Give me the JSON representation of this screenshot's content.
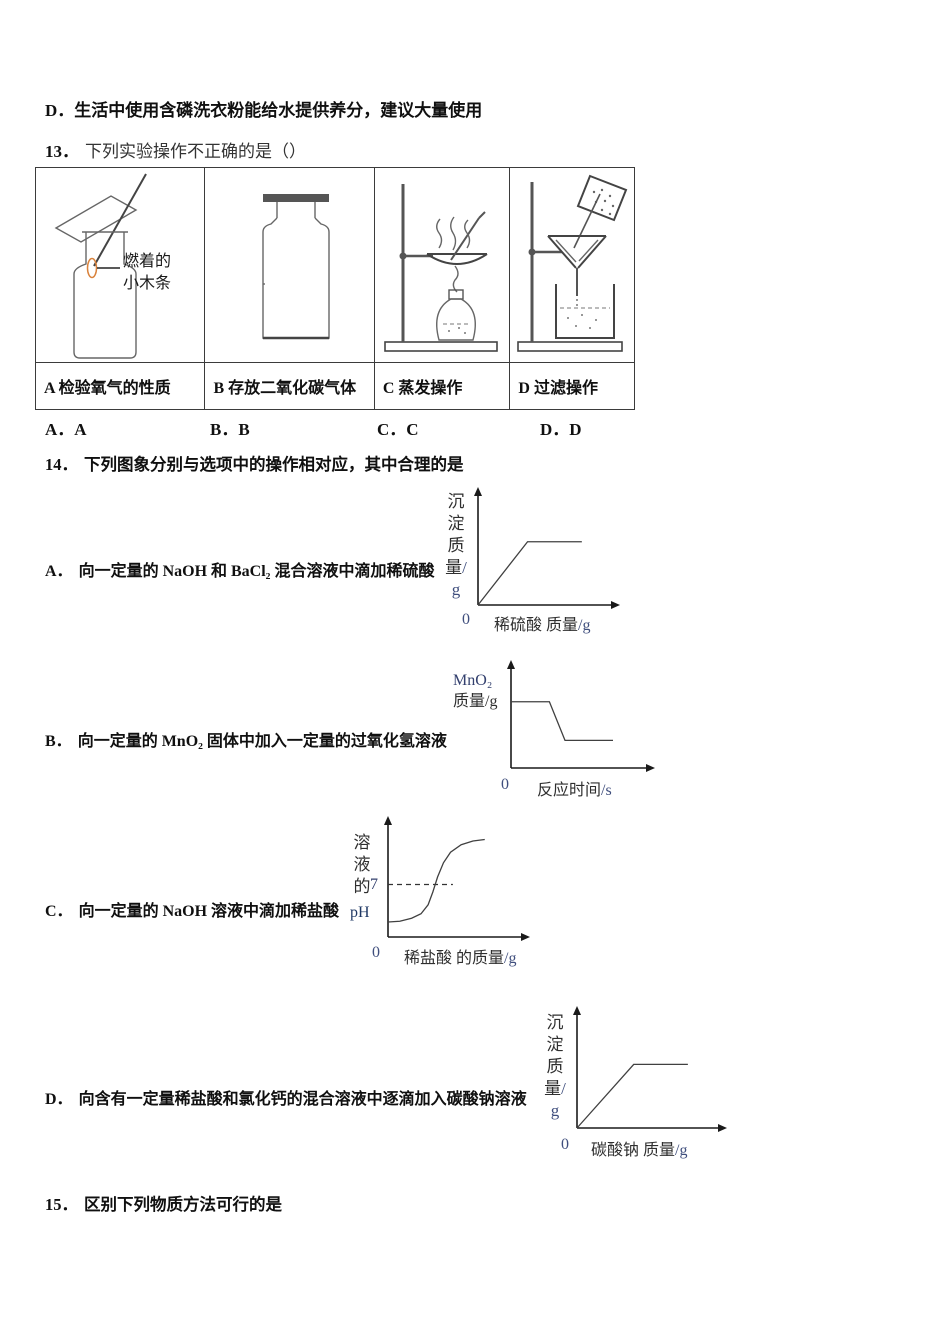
{
  "doc": {
    "prev_option_d": "D．生活中使用含磷洗衣粉能给水提供养分，建议大量使用",
    "q13_number": "13．",
    "q13_stem": "下列实验操作不正确的是（）",
    "q13_table": {
      "cells": [
        {
          "caption": "A 检验氧气的性质",
          "diagram": "gas-bottle-with-burning-splint",
          "annotation_line1": "燃着的",
          "annotation_line2": "小木条"
        },
        {
          "caption": "B 存放二氧化碳气体",
          "diagram": "stoppered-reagent-bottle"
        },
        {
          "caption": "C 蒸发操作",
          "diagram": "evaporation-apparatus"
        },
        {
          "caption": "D 过滤操作",
          "diagram": "filtration-apparatus"
        }
      ]
    },
    "q13_answers": [
      "A．A",
      "B．B",
      "C．C",
      "D．D"
    ],
    "q14_number": "14．",
    "q14_stem": "下列图象分别与选项中的操作相对应，其中合理的是",
    "q14_options": [
      {
        "label": "A．",
        "text": "向一定量的 NaOH 和 BaCl₂ 混合溶液中滴加稀硫酸"
      },
      {
        "label": "B．",
        "text": "向一定量的 MnO₂ 固体中加入一定量的过氧化氢溶液"
      },
      {
        "label": "C．",
        "text": "向一定量的 NaOH 溶液中滴加稀盐酸"
      },
      {
        "label": "D．",
        "text": "向含有一定量稀盐酸和氯化钙的混合溶液中逐滴加入碳酸钠溶液"
      }
    ],
    "q15_number": "15．",
    "q15_stem": "区别下列物质方法可行的是"
  },
  "chart_data": [
    {
      "type": "line",
      "option": "A",
      "ylabel": "沉淀质量",
      "yunit": "/g",
      "xlabel": "稀硫酸 质量",
      "xunit": "/g",
      "origin": "0",
      "x": [
        0,
        42,
        88
      ],
      "y": [
        0,
        62,
        62
      ],
      "xlim": [
        0,
        100
      ],
      "ylim": [
        0,
        100
      ],
      "description": "precipitate mass rises linearly from origin then plateaus"
    },
    {
      "type": "line",
      "option": "B",
      "ylabel_line1": "MnO₂",
      "ylabel_line2": "质量/g",
      "xlabel": "反应时间",
      "xunit": "/s",
      "origin": "0",
      "x": [
        0,
        32,
        45,
        85
      ],
      "y": [
        72,
        72,
        30,
        30
      ],
      "xlim": [
        0,
        100
      ],
      "ylim": [
        0,
        100
      ],
      "description": "MnO2 mass constant, then drops, then constant at lower level"
    },
    {
      "type": "line",
      "option": "C",
      "ylabel": "溶液的",
      "ylabel_sub": "pH",
      "ref_label": "7",
      "ref_y": 7,
      "ref_len": 55,
      "xlabel": "稀盐酸 的质量",
      "xunit": "/g",
      "origin": "0",
      "x": [
        0,
        10,
        20,
        28,
        34,
        38,
        42,
        47,
        53,
        62,
        72,
        82
      ],
      "y": [
        2,
        2.1,
        2.5,
        3.1,
        4.3,
        6,
        8,
        9.9,
        11.3,
        12.3,
        12.8,
        13
      ],
      "xlim": [
        0,
        100
      ],
      "ylim": [
        0,
        14
      ],
      "description": "pH S-curve rising from acidic through 7 (dashed reference) to basic"
    },
    {
      "type": "line",
      "option": "D",
      "ylabel": "沉淀质量",
      "yunit": "/g",
      "xlabel": "碳酸钠 质量",
      "xunit": "/g",
      "origin": "0",
      "x": [
        0,
        45,
        88
      ],
      "y": [
        0,
        60,
        60
      ],
      "xlim": [
        0,
        100
      ],
      "ylim": [
        0,
        100
      ],
      "description": "precipitate mass rises linearly from origin then plateaus"
    }
  ]
}
